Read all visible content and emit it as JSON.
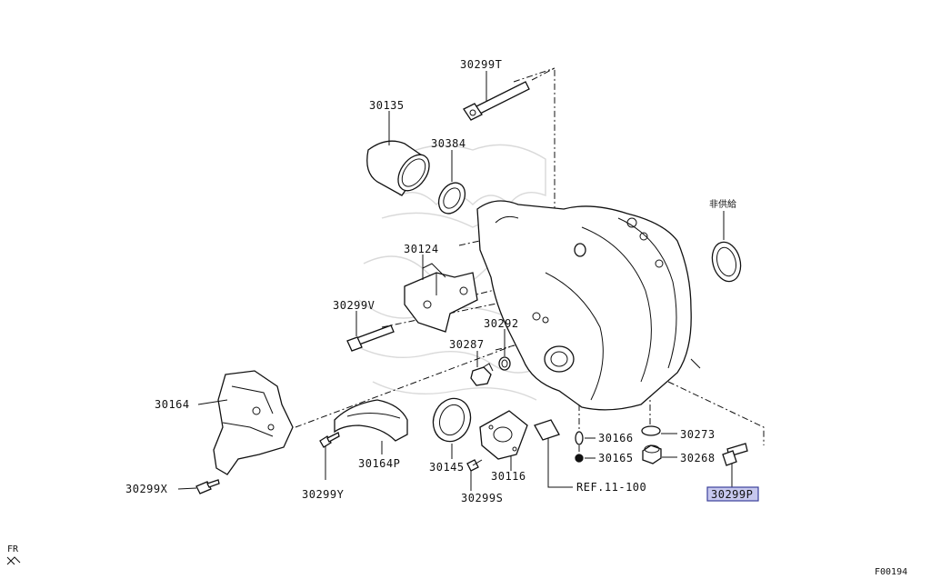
{
  "labels": {
    "p30299T": "30299T",
    "p30135": "30135",
    "p30384": "30384",
    "p30124": "30124",
    "p30299V": "30299V",
    "p30292": "30292",
    "p30287": "30287",
    "p30164": "30164",
    "p30164P": "30164P",
    "p30145": "30145",
    "p30116": "30116",
    "p30299X": "30299X",
    "p30299Y": "30299Y",
    "p30299S": "30299S",
    "p30166": "30166",
    "p30165": "30165",
    "p30273": "30273",
    "p30268": "30268",
    "p30299P": "30299P",
    "ref": "REF.11-100",
    "nonsupply": "非供給",
    "fr": "FR",
    "figure_code": "F00194"
  },
  "highlight_part": "30299P",
  "colors": {
    "highlight_fill": "#c7c8ee",
    "highlight_stroke": "#3b3f9a",
    "line": "#111111"
  }
}
